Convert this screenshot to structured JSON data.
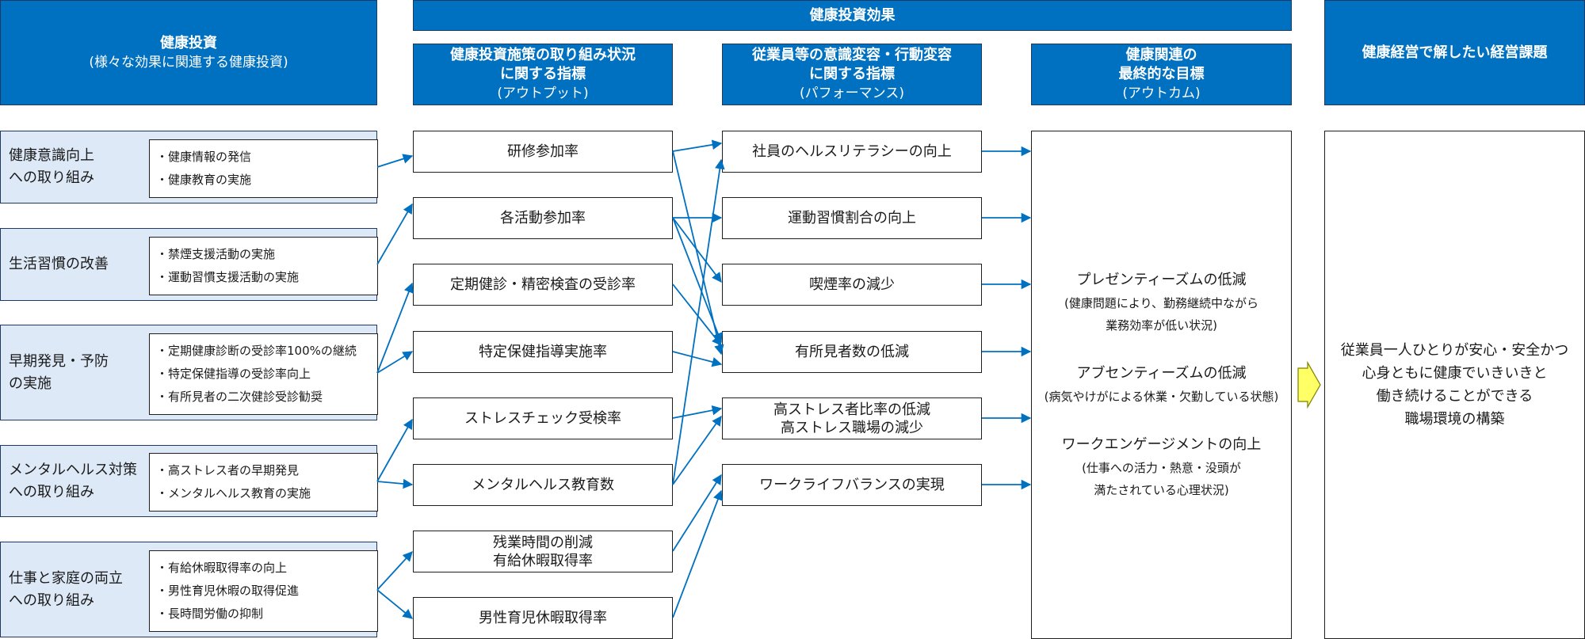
{
  "headers": {
    "invest": {
      "title": "健康投資",
      "sub": "(様々な効果に関連する健康投資)"
    },
    "effect": {
      "title": "健康投資効果"
    },
    "output": {
      "title": "健康投資施策の取り組み状況\nに関する指標",
      "sub": "(アウトプット)"
    },
    "performance": {
      "title": "従業員等の意識変容・行動変容\nに関する指標",
      "sub": "(パフォーマンス)"
    },
    "outcome": {
      "title": "健康関連の\n最終的な目標",
      "sub": "(アウトカム)"
    },
    "issue": {
      "title": "健康経営で解したい経営課題"
    }
  },
  "categories": [
    {
      "label": "健康意識向上\nへの取り組み",
      "items": [
        "・健康情報の発信",
        "・健康教育の実施"
      ]
    },
    {
      "label": "生活習慣の改善",
      "items": [
        "・禁煙支援活動の実施",
        "・運動習慣支援活動の実施"
      ]
    },
    {
      "label": "早期発見・予防\nの実施",
      "items": [
        "・定期健康診断の受診率100%の継続",
        "・特定保健指導の受診率向上",
        "・有所見者の二次健診受診勧奨"
      ]
    },
    {
      "label": "メンタルヘルス対策\nへの取り組み",
      "items": [
        "・高ストレス者の早期発見",
        "・メンタルヘルス教育の実施"
      ]
    },
    {
      "label": "仕事と家庭の両立\nへの取り組み",
      "items": [
        "・有給休暇取得率の向上",
        "・男性育児休暇の取得促進",
        "・長時間労働の抑制"
      ]
    }
  ],
  "outputs": [
    "研修参加率",
    "各活動参加率",
    "定期健診・精密検査の受診率",
    "特定保健指導実施率",
    "ストレスチェック受検率",
    "メンタルヘルス教育数",
    "残業時間の削減\n有給休暇取得率",
    "男性育児休暇取得率"
  ],
  "performances": [
    "社員のヘルスリテラシーの向上",
    "運動習慣割合の向上",
    "喫煙率の減少",
    "有所見者数の低減",
    "高ストレス者比率の低減\n高ストレス職場の減少",
    "ワークライフバランスの実現"
  ],
  "outcomes": [
    {
      "main": "プレゼンティーズムの低減",
      "sub": "(健康問題により、勤務継続中ながら\n業務効率が低い状況)"
    },
    {
      "main": "アブセンティーズムの低減",
      "sub": "(病気やけがによる休業・欠勤している状態)"
    },
    {
      "main": "ワークエンゲージメントの向上",
      "sub": "(仕事への活力・熱意・没頭が\n満たされている心理状況)"
    }
  ],
  "issue_text": "従業員一人ひとりが安心・安全かつ\n心身ともに健康でいきいきと\n働き続けることができる\n職場環境の構築",
  "colors": {
    "header_bg": "#0070c0",
    "category_bg": "#dde9f7",
    "arrow": "#0070c0",
    "big_arrow": "#ffff66"
  }
}
